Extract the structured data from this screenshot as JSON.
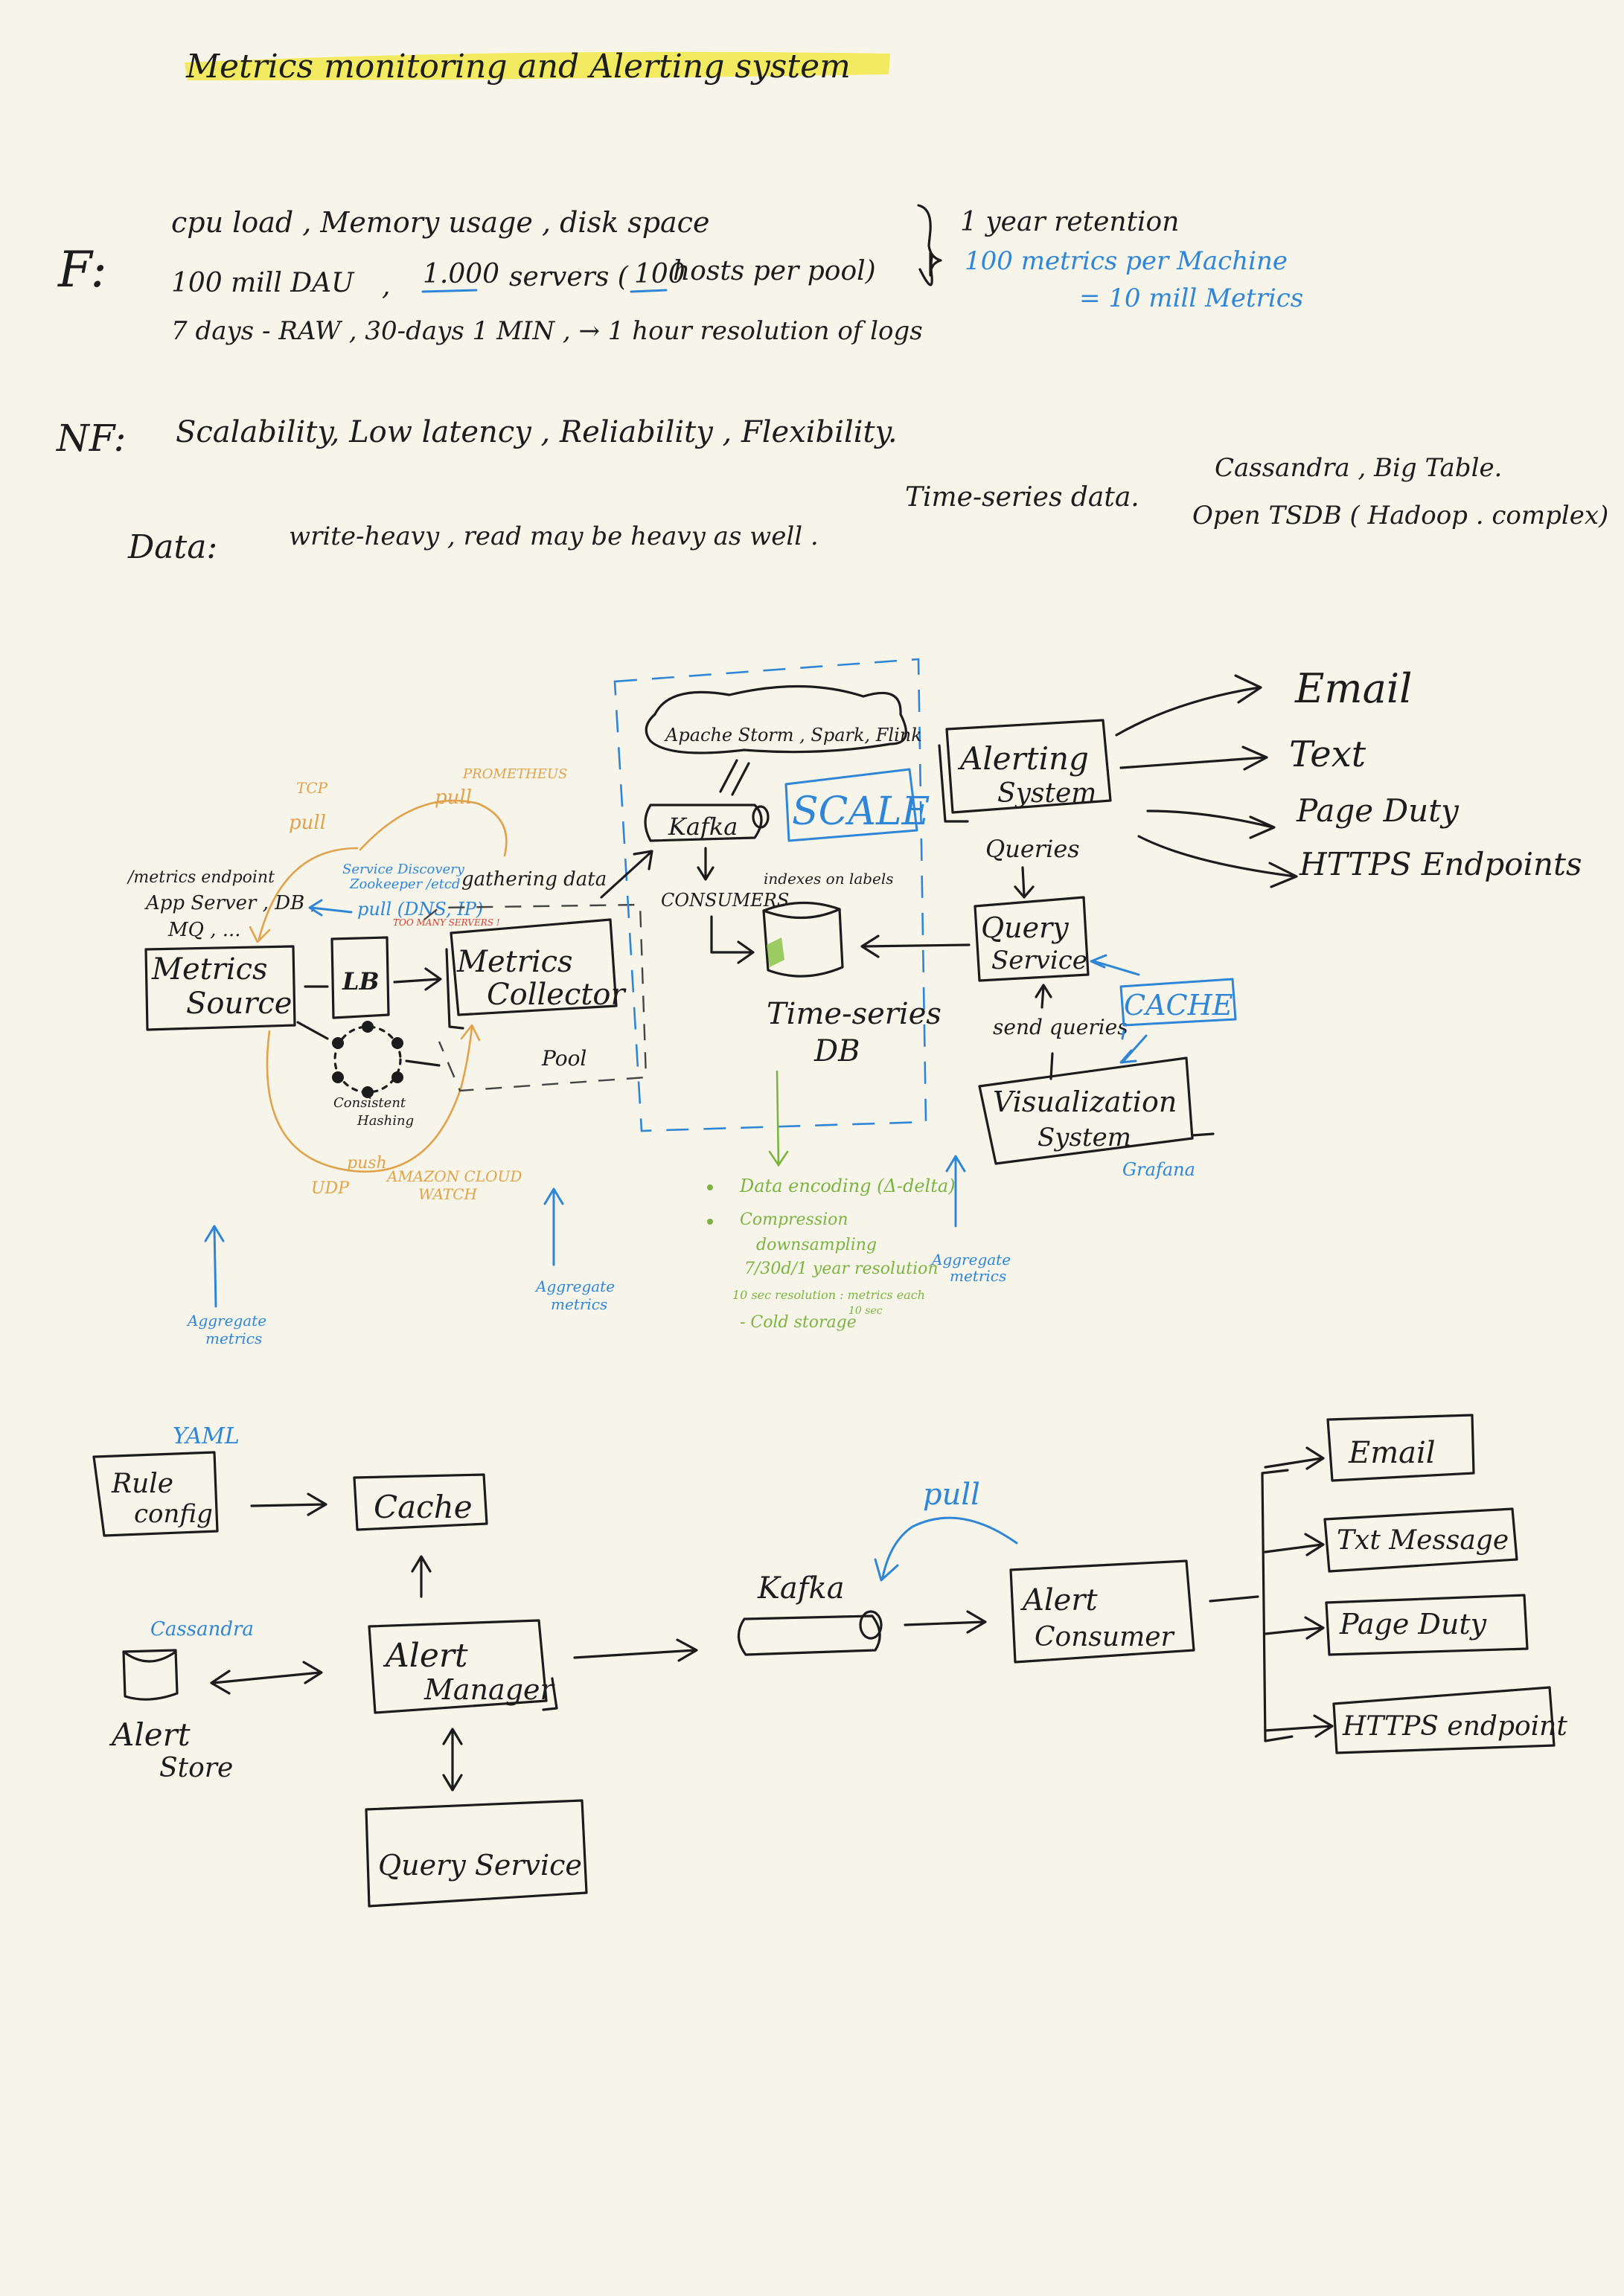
{
  "title": "Metrics monitoring and Alerting system",
  "functional": {
    "label": "F:",
    "line1": "cpu load , Memory usage , disk space",
    "line2_a": "100 mill DAU",
    "line2_b": ",",
    "line2_c": "1.000",
    "line2_d": "servers (",
    "line2_e": "100",
    "line2_f": "hosts per pool)",
    "line3": "7 days - RAW , 30-days 1 MIN , → 1 hour resolution of logs",
    "retention": "1 year retention",
    "metrics_per_machine": "100 metrics per Machine",
    "total_metrics": "= 10 mill Metrics"
  },
  "non_functional": {
    "label": "NF:",
    "text": "Scalability, Low latency , Reliability , Flexibility."
  },
  "data_notes": {
    "label": "Data:",
    "text": "write-heavy , read may be heavy as well .",
    "time_series": "Time-series data.",
    "stores_1": "Cassandra , Big Table.",
    "stores_2": "Open TSDB ( Hadoop . complex)"
  },
  "top_diagram": {
    "metrics_source": [
      "Metrics",
      "Source"
    ],
    "lb": "LB",
    "metrics_collector": [
      "Metrics",
      "Collector"
    ],
    "pool": "Pool",
    "consistent_hashing": [
      "Consistent",
      "Hashing"
    ],
    "metrics_endpoint": "/metrics endpoint",
    "sources_list_1": "App Server , DB ,",
    "sources_list_2": "MQ , ...",
    "tcp": "TCP",
    "pull_1": "pull",
    "pull_2": "pull",
    "prometheus": "PROMETHEUS",
    "service_discovery": [
      "Service Discovery",
      "Zookeeper /etcd"
    ],
    "pull_dns": "pull (DNS, IP)",
    "too_many": "TOO MANY SERVERS !",
    "gathering": "gathering data",
    "push": "push",
    "udp": "UDP",
    "amazon": [
      "AMAZON CLOUD",
      "WATCH"
    ],
    "aggregate_left": [
      "Aggregate",
      "metrics"
    ],
    "aggregate_mid": [
      "Aggregate",
      "metrics"
    ],
    "processing": "Apache Storm , Spark, Flink",
    "kafka": "Kafka",
    "scale": "SCALE",
    "consumers": "CONSUMERS",
    "indexes": "indexes on labels",
    "tsdb": [
      "Time-series",
      "DB"
    ],
    "alerting_system": [
      "Alerting",
      "System"
    ],
    "queries": "Queries",
    "query_service": [
      "Query",
      "Service"
    ],
    "send_queries": "send queries",
    "cache": "CACHE",
    "visualization": [
      "Visualization",
      "System"
    ],
    "grafana": "Grafana",
    "channels": [
      "Email",
      "Text",
      "Page Duty",
      "HTTPS Endpoints"
    ],
    "green_notes": {
      "encoding": "Data encoding (Δ-delta)",
      "compression": "Compression",
      "downsampling": "downsampling",
      "resolution": "7/30d/1 year resolution",
      "sec_resolution": "10 sec resolution : metrics each",
      "sec_10": "10 sec",
      "cold": "- Cold storage"
    },
    "aggregate_right": [
      "Aggregate",
      "metrics"
    ]
  },
  "bottom_diagram": {
    "yaml": "YAML",
    "rule_config": [
      "Rule",
      "config"
    ],
    "cache": "Cache",
    "cassandra": "Cassandra",
    "alert_store": [
      "Alert",
      "Store"
    ],
    "alert_manager": [
      "Alert",
      "Manager"
    ],
    "query_service": "Query Service",
    "kafka": "Kafka",
    "pull": "pull",
    "alert_consumer": [
      "Alert",
      "Consumer"
    ],
    "channels": [
      "Email",
      "Txt Message",
      "Page Duty",
      "HTTPS endpoint"
    ]
  }
}
